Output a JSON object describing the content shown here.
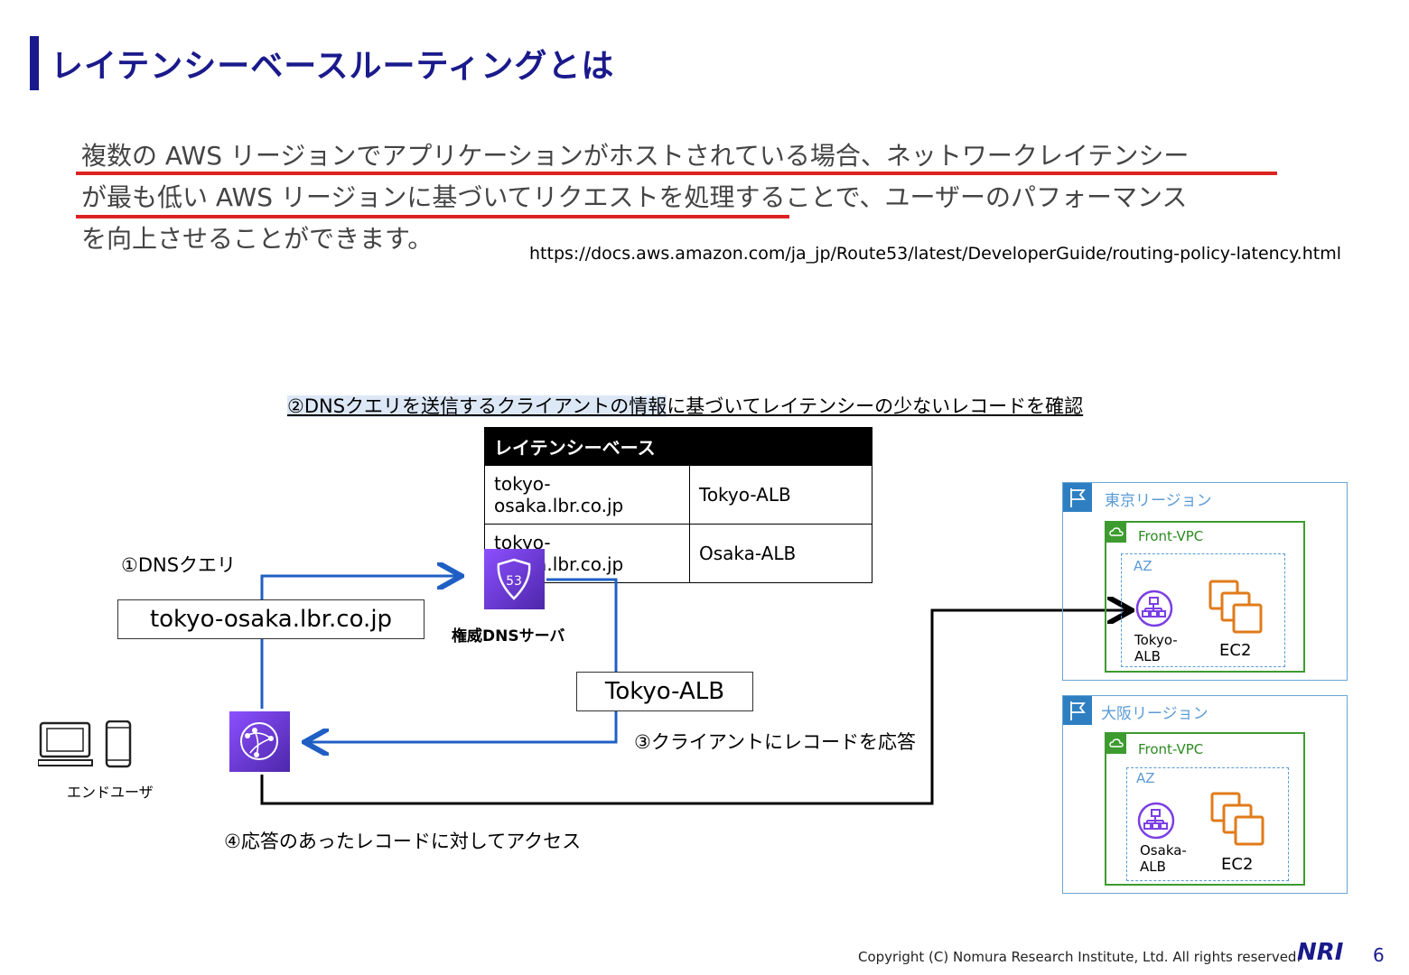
{
  "title": "レイテンシーベースルーティングとは",
  "quote": {
    "line1": "複数の AWS リージョンでアプリケーションがホストされている場合、ネットワークレイテンシー",
    "line2": "が最も低い AWS リージョンに基づいてリクエストを処理することで、ユーザーのパフォーマンス",
    "line3": "を向上させることができます。"
  },
  "url": "https://docs.aws.amazon.com/ja_jp/Route53/latest/DeveloperGuide/routing-policy-latency.html",
  "step2_highlight": "②DNSクエリを送信するクライアントの情報",
  "step2_rest": "に基づいてレイテンシーの少ないレコードを確認",
  "table": {
    "header": "レイテンシーベース",
    "rows": [
      {
        "domain": "tokyo-osaka.lbr.co.jp",
        "target": "Tokyo-ALB"
      },
      {
        "domain": "tokyo-osaka.lbr.co.jp",
        "target": "Osaka-ALB"
      }
    ]
  },
  "step1": "①DNSクエリ",
  "query_domain": "tokyo-osaka.lbr.co.jp",
  "route53_number": "53",
  "dns_server_label": "権威DNSサーバ",
  "answer_box": "Tokyo-ALB",
  "step3": "③クライアントにレコードを応答",
  "step4": "④応答のあったレコードに対してアクセス",
  "end_user_label": "エンドユーザ",
  "regions": [
    {
      "name": "東京リージョン",
      "vpc": "Front-VPC",
      "az": "AZ",
      "alb": "Tokyo-\nALB",
      "ec2": "EC2"
    },
    {
      "name": "大阪リージョン",
      "vpc": "Front-VPC",
      "az": "AZ",
      "alb": "Osaka-\nALB",
      "ec2": "EC2"
    }
  ],
  "footer": {
    "copyright": "Copyright (C)   Nomura Research Institute, Ltd. All rights reserved.",
    "logo": "NRI",
    "page": "6"
  },
  "colors": {
    "title": "#1a1a8c",
    "underline": "#d22222",
    "arrow_blue": "#1f5fc4",
    "aws_purple": "#7b3fe4",
    "ec2_orange": "#e07b1a",
    "vpc_green": "#3d9b2f",
    "region_blue": "#2e7fc1"
  }
}
